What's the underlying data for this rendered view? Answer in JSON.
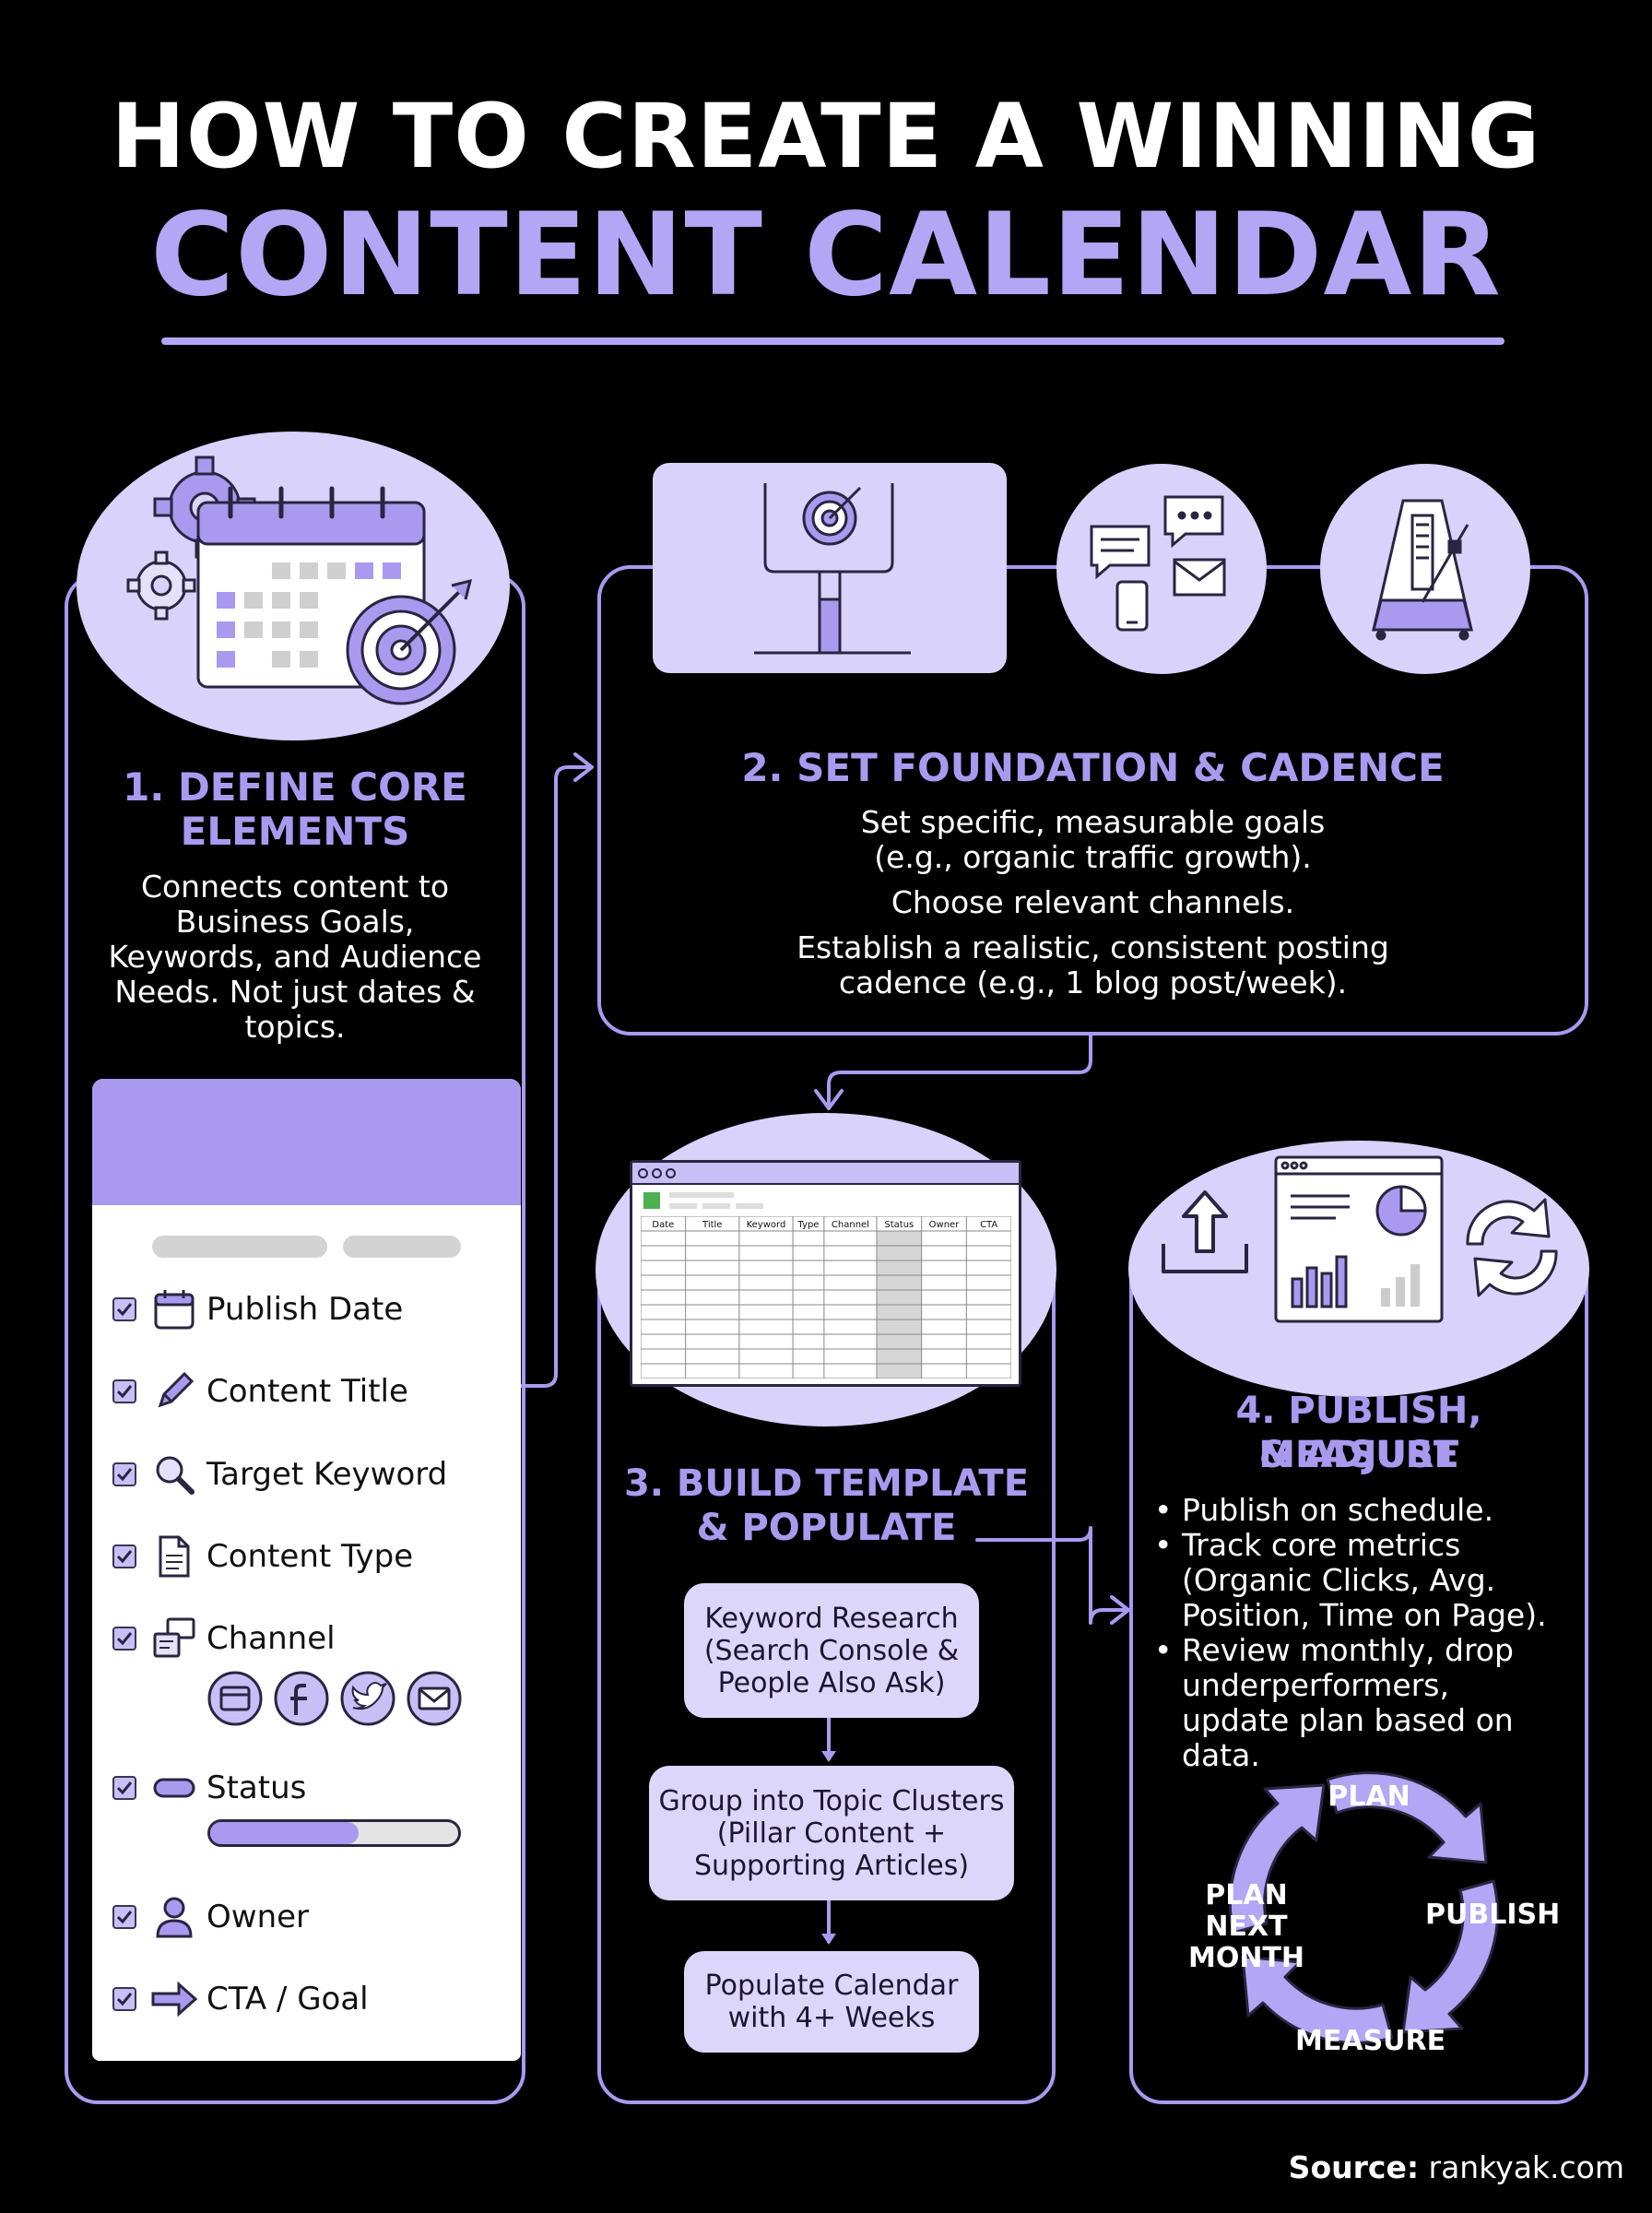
{
  "header": {
    "line1": "HOW TO CREATE A WINNING",
    "line2": "CONTENT CALENDAR"
  },
  "step1": {
    "title": "1. DEFINE CORE ELEMENTS",
    "body": "Connects content to Business Goals, Keywords, and Audience Needs. Not just dates & topics.",
    "checklist": [
      {
        "label": "Publish Date",
        "icon": "calendar-icon"
      },
      {
        "label": "Content Title",
        "icon": "pencil-icon"
      },
      {
        "label": "Target Keyword",
        "icon": "magnifier-icon"
      },
      {
        "label": "Content Type",
        "icon": "document-icon"
      },
      {
        "label": "Channel",
        "icon": "channels-icon"
      },
      {
        "label": "Status",
        "icon": "toggle-icon"
      },
      {
        "label": "Owner",
        "icon": "person-icon"
      },
      {
        "label": "CTA / Goal",
        "icon": "arrow-right-icon"
      }
    ],
    "channel_icons": [
      "browser-icon",
      "facebook-icon",
      "twitter-icon",
      "mail-icon"
    ],
    "status_progress": 0.6
  },
  "step2": {
    "title": "2. SET FOUNDATION & CADENCE",
    "lines": [
      "Set specific, measurable goals",
      "(e.g., organic traffic growth).",
      "Choose relevant channels.",
      "Establish a realistic, consistent posting",
      "cadence (e.g., 1 blog post/week)."
    ],
    "icons": [
      "goalpost-target-icon",
      "messaging-icon",
      "metronome-icon"
    ]
  },
  "step3": {
    "title_line1": "3. BUILD TEMPLATE",
    "title_line2": "& POPULATE",
    "table_headers": [
      "Date",
      "Title",
      "Keyword",
      "Type",
      "Channel",
      "Status",
      "Owner",
      "CTA"
    ],
    "steps": [
      {
        "lines": [
          "Keyword Research",
          "(Search Console &",
          "People Also Ask)"
        ]
      },
      {
        "lines": [
          "Group into Topic Clusters",
          "(Pillar Content +",
          "Supporting Articles)"
        ]
      },
      {
        "lines": [
          "Populate Calendar",
          "with 4+ Weeks"
        ]
      }
    ]
  },
  "step4": {
    "title_line1": "4. PUBLISH, MEASURE",
    "title_line2": "& ADJUST",
    "bullets": [
      "Publish on schedule.",
      "Track core metrics (Organic Clicks, Avg. Position, Time on Page).",
      "Review monthly, drop underperformers, update plan based on data."
    ],
    "cycle": {
      "plan": "PLAN",
      "publish": "PUBLISH",
      "measure": "MEASURE",
      "plan_next_line1": "PLAN NEXT",
      "plan_next_line2": "MONTH"
    },
    "icons": [
      "upload-icon",
      "dashboard-icon",
      "refresh-icon"
    ]
  },
  "footer": {
    "source_label": "Source:",
    "source_value": " rankyak.com"
  },
  "colors": {
    "background": "#000000",
    "accent": "#a99af0",
    "accent_light": "#d9d2fb",
    "title_purple": "#b3a6f5"
  }
}
